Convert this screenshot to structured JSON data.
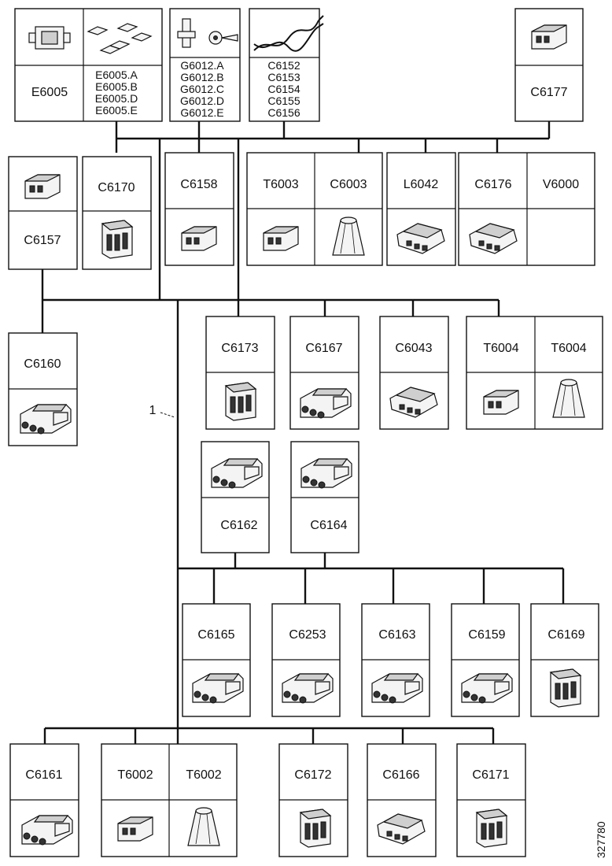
{
  "callout": "1",
  "ref_number": "327780",
  "groups": [
    {
      "id": "E6005",
      "label": "E6005",
      "sub": [
        "E6005.A",
        "E6005.B",
        "E6005.D",
        "E6005.E"
      ]
    },
    {
      "id": "G6012",
      "sub": [
        "G6012.A",
        "G6012.B",
        "G6012.C",
        "G6012.D",
        "G6012.E"
      ]
    },
    {
      "id": "C6152",
      "sub": [
        "C6152",
        "C6153",
        "C6154",
        "C6155",
        "C6156"
      ]
    },
    {
      "id": "C6177",
      "label": "C6177"
    }
  ],
  "connectors": {
    "C6157": "C6157",
    "C6170": "C6170",
    "C6158": "C6158",
    "T6003": "T6003",
    "C6003": "C6003",
    "L6042": "L6042",
    "C6176": "C6176",
    "V6000": "V6000",
    "C6160": "C6160",
    "C6173": "C6173",
    "C6167": "C6167",
    "C6043": "C6043",
    "T6004a": "T6004",
    "T6004b": "T6004",
    "C6162": "C6162",
    "C6164": "C6164",
    "C6165": "C6165",
    "C6253": "C6253",
    "C6163": "C6163",
    "C6159": "C6159",
    "C6169": "C6169",
    "C6161": "C6161",
    "T6002a": "T6002",
    "T6002b": "T6002",
    "C6172": "C6172",
    "C6166": "C6166",
    "C6171": "C6171"
  }
}
